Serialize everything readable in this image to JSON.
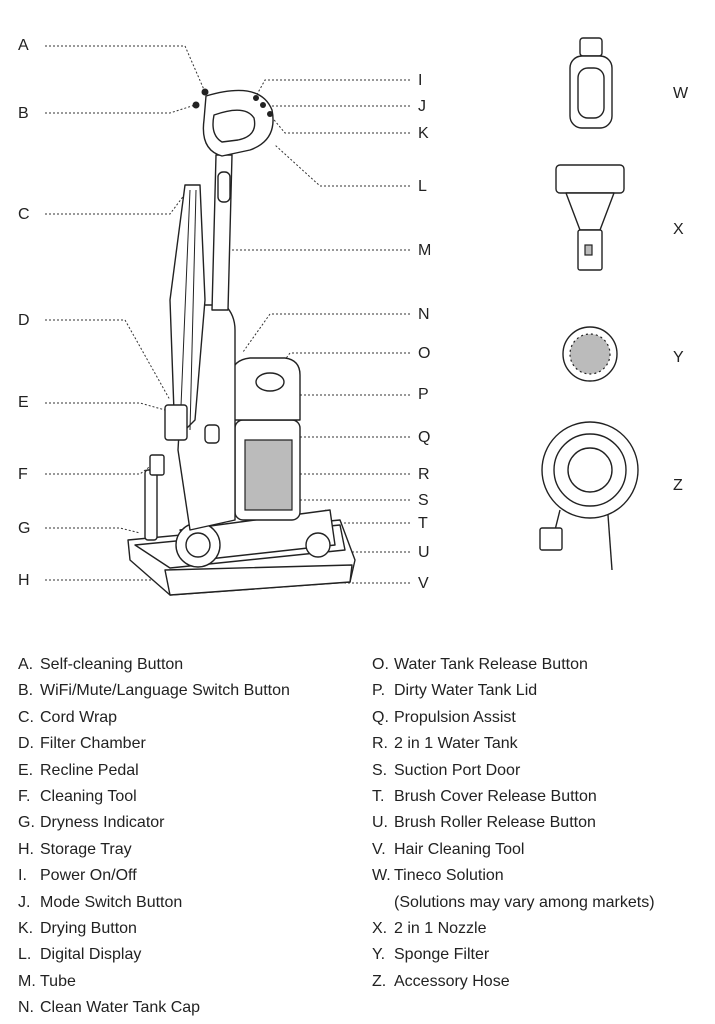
{
  "callouts": {
    "left": [
      "A",
      "B",
      "C",
      "D",
      "E",
      "F",
      "G",
      "H"
    ],
    "right": [
      "I",
      "J",
      "K",
      "L",
      "M",
      "N",
      "O",
      "P",
      "Q",
      "R",
      "S",
      "T",
      "U",
      "V"
    ],
    "accessories": [
      "W",
      "X",
      "Y",
      "Z"
    ]
  },
  "legend": {
    "left": [
      {
        "letter": "A.",
        "text": "Self-cleaning Button"
      },
      {
        "letter": "B.",
        "text": "WiFi/Mute/Language Switch Button"
      },
      {
        "letter": "C.",
        "text": "Cord Wrap"
      },
      {
        "letter": "D.",
        "text": "Filter Chamber"
      },
      {
        "letter": "E.",
        "text": "Recline Pedal"
      },
      {
        "letter": "F.",
        "text": "Cleaning Tool"
      },
      {
        "letter": "G.",
        "text": "Dryness Indicator"
      },
      {
        "letter": "H.",
        "text": "Storage Tray"
      },
      {
        "letter": "I.",
        "text": "Power On/Off"
      },
      {
        "letter": "J.",
        "text": "Mode Switch Button"
      },
      {
        "letter": "K.",
        "text": "Drying Button"
      },
      {
        "letter": "L.",
        "text": "Digital Display"
      },
      {
        "letter": "M.",
        "text": "Tube"
      },
      {
        "letter": "N.",
        "text": "Clean Water Tank Cap"
      }
    ],
    "right": [
      {
        "letter": "O.",
        "text": "Water Tank Release Button"
      },
      {
        "letter": "P.",
        "text": "Dirty Water Tank Lid"
      },
      {
        "letter": "Q.",
        "text": "Propulsion Assist"
      },
      {
        "letter": "R.",
        "text": "2 in 1 Water Tank"
      },
      {
        "letter": "S.",
        "text": "Suction Port Door"
      },
      {
        "letter": "T.",
        "text": "Brush Cover Release Button"
      },
      {
        "letter": "U.",
        "text": "Brush Roller Release Button"
      },
      {
        "letter": "V.",
        "text": "Hair Cleaning Tool"
      },
      {
        "letter": "W.",
        "text": "Tineco Solution"
      },
      {
        "letter": "",
        "text": "(Solutions may vary among markets)"
      },
      {
        "letter": "X.",
        "text": "2 in 1 Nozzle"
      },
      {
        "letter": "Y.",
        "text": "Sponge Filter"
      },
      {
        "letter": "Z.",
        "text": "Accessory Hose"
      }
    ]
  }
}
